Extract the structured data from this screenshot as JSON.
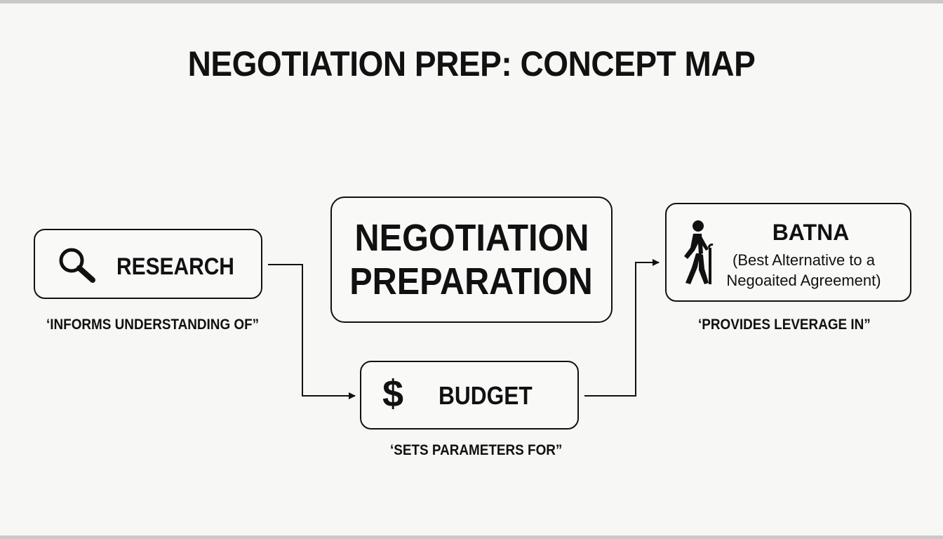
{
  "diagram": {
    "title": "NEGOTIATION PREP: CONCEPT MAP",
    "nodes": {
      "research": {
        "label": "RESEARCH",
        "icon": "magnifying-glass-icon"
      },
      "core": {
        "line1": "NEGOTIATION",
        "line2": "PREPARATION"
      },
      "budget": {
        "label": "BUDGET",
        "icon_glyph": "$",
        "icon": "dollar-icon"
      },
      "batna": {
        "title": "BATNA",
        "subtitle_line1": "(Best Alternative to a",
        "subtitle_line2": "Negoaited Agreement)",
        "icon": "walking-person-with-cane-icon"
      }
    },
    "edge_labels": {
      "informs": "‘INFORMS UNDERSTANDING OF”",
      "sets": "‘SETS PARAMETERS FOR”",
      "provides": "‘PROVIDES LEVERAGE IN”"
    },
    "colors": {
      "stroke": "#111111",
      "background": "#f7f7f6"
    }
  }
}
